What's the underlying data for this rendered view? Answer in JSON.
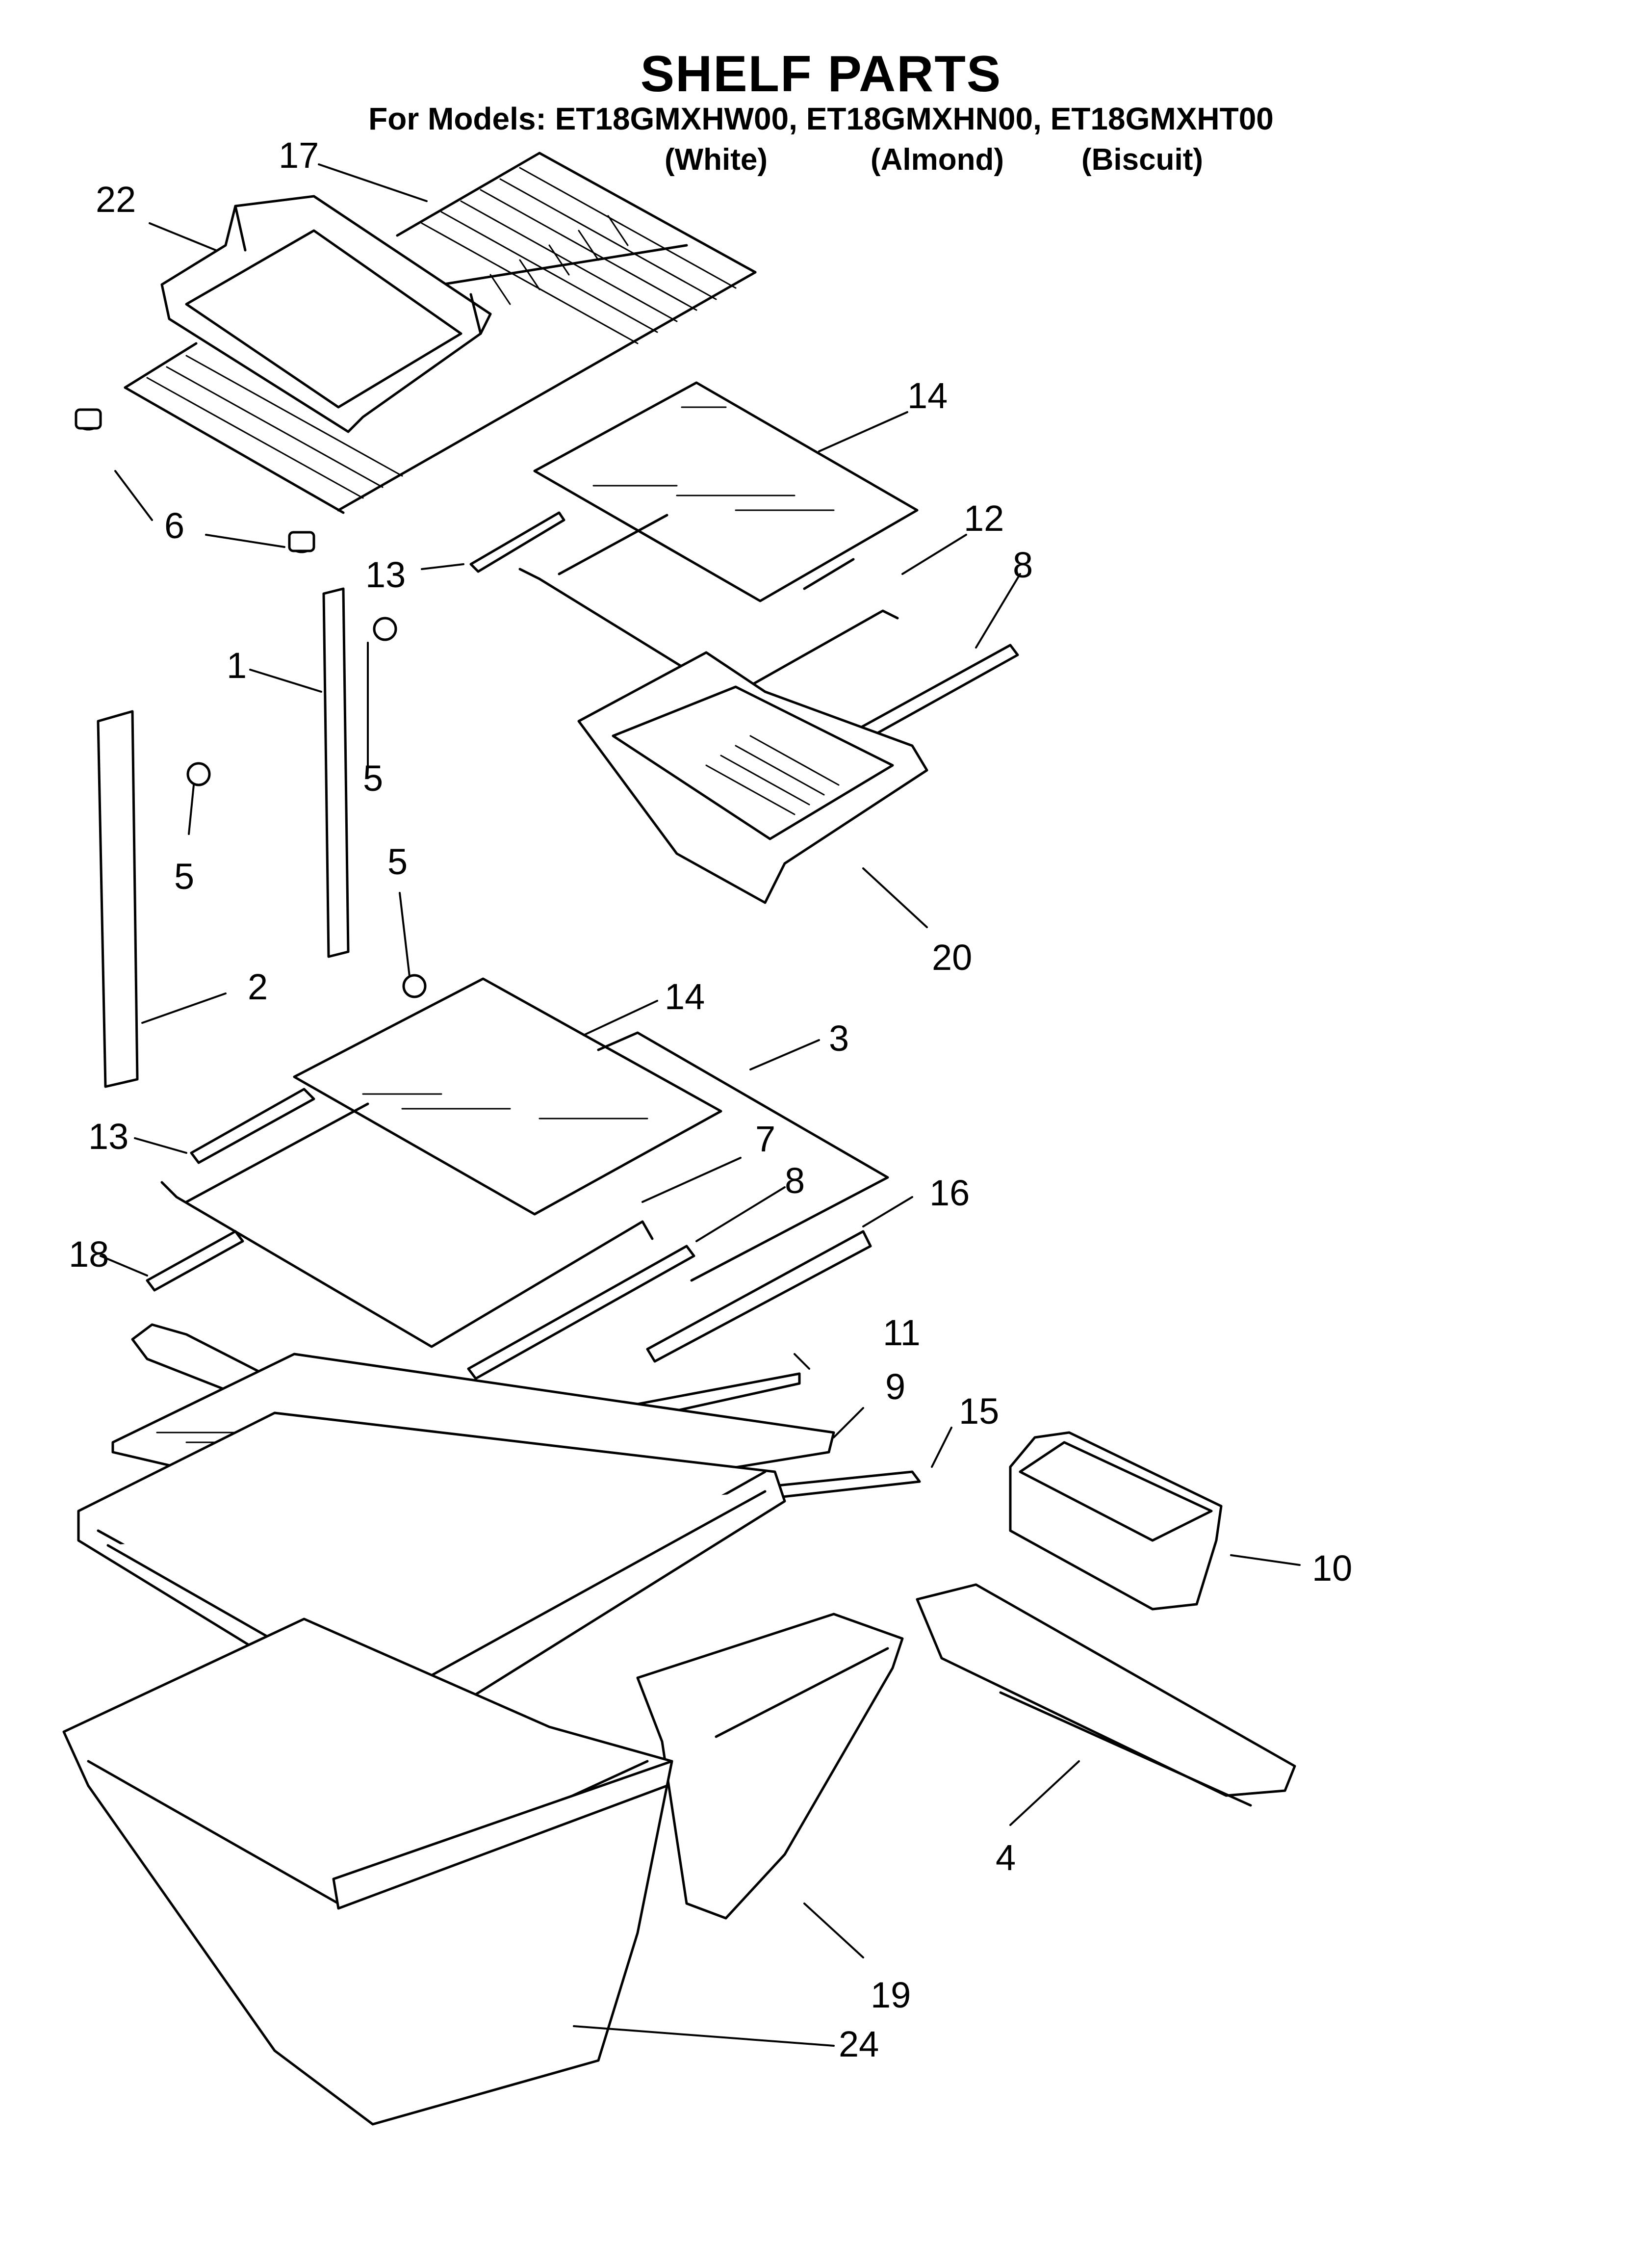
{
  "header": {
    "title": "SHELF PARTS",
    "models_line": "For Models: ET18GMXHW00, ET18GMXHN00, ET18GMXHT00",
    "variants": [
      "(White)",
      "(Almond)",
      "(Biscuit)"
    ]
  },
  "callouts": [
    {
      "id": "c17",
      "label": "17"
    },
    {
      "id": "c22",
      "label": "22"
    },
    {
      "id": "c14a",
      "label": "14"
    },
    {
      "id": "c6",
      "label": "6"
    },
    {
      "id": "c12",
      "label": "12"
    },
    {
      "id": "c13a",
      "label": "13"
    },
    {
      "id": "c8a",
      "label": "8"
    },
    {
      "id": "c1",
      "label": "1"
    },
    {
      "id": "c5a",
      "label": "5"
    },
    {
      "id": "c5b",
      "label": "5"
    },
    {
      "id": "c5c",
      "label": "5"
    },
    {
      "id": "c20",
      "label": "20"
    },
    {
      "id": "c2",
      "label": "2"
    },
    {
      "id": "c14b",
      "label": "14"
    },
    {
      "id": "c3",
      "label": "3"
    },
    {
      "id": "c13b",
      "label": "13"
    },
    {
      "id": "c7",
      "label": "7"
    },
    {
      "id": "c8b",
      "label": "8"
    },
    {
      "id": "c16",
      "label": "16"
    },
    {
      "id": "c18",
      "label": "18"
    },
    {
      "id": "c11",
      "label": "11"
    },
    {
      "id": "c9",
      "label": "9"
    },
    {
      "id": "c15",
      "label": "15"
    },
    {
      "id": "c10",
      "label": "10"
    },
    {
      "id": "c4",
      "label": "4"
    },
    {
      "id": "c19",
      "label": "19"
    },
    {
      "id": "c24",
      "label": "24"
    }
  ]
}
